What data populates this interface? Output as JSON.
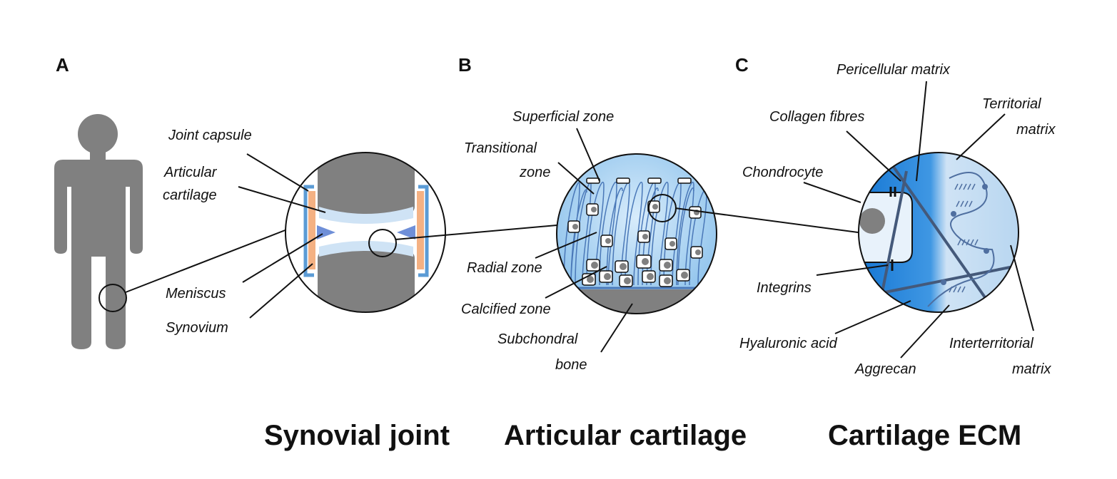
{
  "panels": [
    {
      "letter": "A",
      "caption": "Synovial joint"
    },
    {
      "letter": "B",
      "caption": "Articular cartilage"
    },
    {
      "letter": "C",
      "caption": "Cartilage ECM"
    }
  ],
  "labels_a": {
    "joint_capsule": "Joint capsule",
    "articular_1": "Articular",
    "articular_2": "cartilage",
    "meniscus": "Meniscus",
    "synovium": "Synovium"
  },
  "labels_b": {
    "superficial": "Superficial zone",
    "transitional_1": "Transitional",
    "transitional_2": "zone",
    "radial": "Radial zone",
    "calcified": "Calcified zone",
    "subchondral_1": "Subchondral",
    "subchondral_2": "bone"
  },
  "labels_c": {
    "pericellular": "Pericellular matrix",
    "collagen": "Collagen fibres",
    "territorial_1": "Territorial",
    "territorial_2": "matrix",
    "chondrocyte": "Chondrocyte",
    "integrins": "Integrins",
    "hyaluronic": "Hyaluronic acid",
    "aggrecan": "Aggrecan",
    "interterritorial_1": "Interterritorial",
    "interterritorial_2": "matrix"
  },
  "colors": {
    "body_gray": "#808080",
    "capsule_blue": "#5b9bd5",
    "synovium_orange": "#f4b183",
    "cartilage_light": "#cfe3f5",
    "ecm_blue": "#1e7fd8"
  }
}
